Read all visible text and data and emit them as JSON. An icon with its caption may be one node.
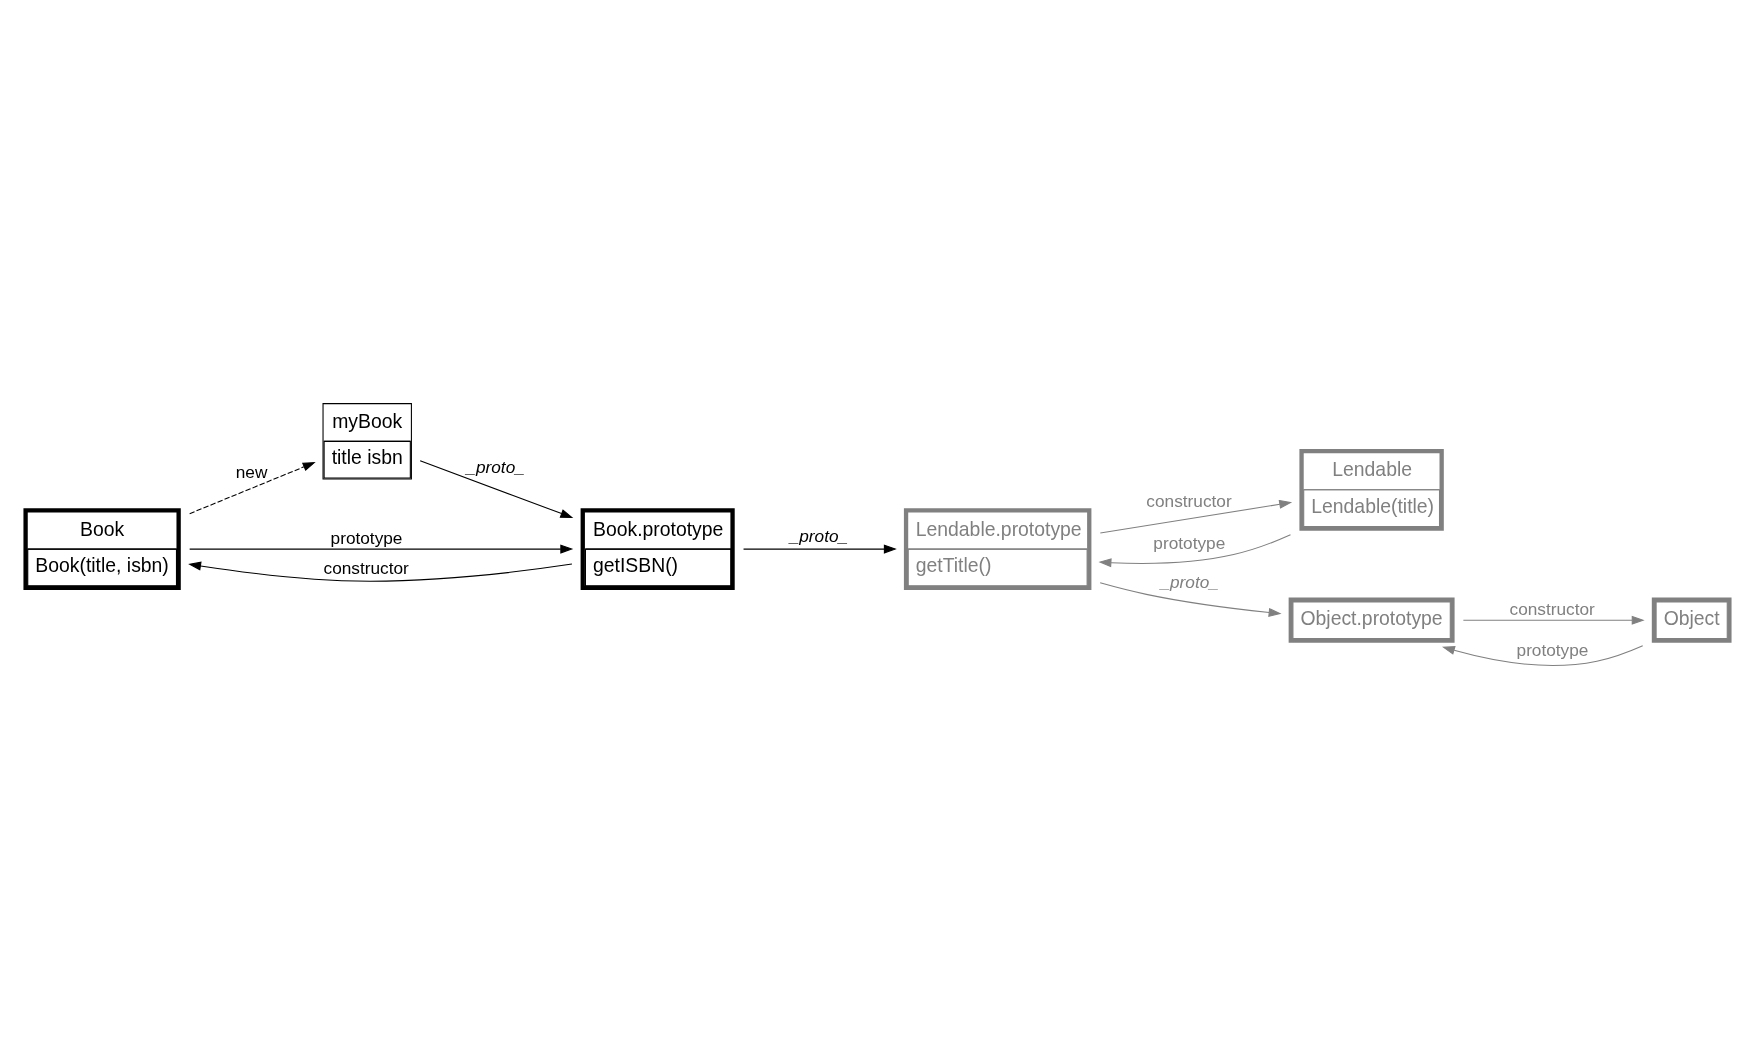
{
  "diagram": {
    "nodes": [
      {
        "text": [
          "Book",
          "Book(title, isbn)"
        ]
      },
      {
        "text": [
          "myBook",
          "title isbn"
        ]
      },
      {
        "text": [
          "Book.prototype",
          "getISBN()"
        ]
      },
      {
        "text": [
          "Lendable",
          "Lendable(title)"
        ]
      },
      {
        "text": [
          "Lendable.prototype",
          "getTitle()"
        ]
      },
      {
        "text": [
          "Object"
        ]
      },
      {
        "text": [
          "Object.prototype"
        ]
      }
    ],
    "edges": [
      {
        "from": 0,
        "to": 1,
        "arrow": "to",
        "label": "new",
        "style": "dashed"
      },
      {
        "from": 0,
        "to": 2,
        "arrow": "to",
        "label": "prototype"
      },
      {
        "from": 2,
        "to": 0,
        "arrow": "to",
        "label": "constructor"
      },
      {
        "from": 1,
        "to": 2,
        "arrow": "to",
        "label": "_proto_"
      },
      {
        "from": 2,
        "to": 4,
        "arrow": "to",
        "label": "_proto_"
      },
      {
        "from": 3,
        "to": 4,
        "arrow": "to",
        "label": "prototype",
        "color": "#808080"
      },
      {
        "from": 4,
        "to": 3,
        "arrow": "to",
        "label": "constructor",
        "color": "#808080"
      },
      {
        "from": 4,
        "to": 6,
        "arrow": "to",
        "label": "_proto_",
        "color": "#808080"
      },
      {
        "from": 5,
        "to": 6,
        "arrow": "to",
        "label": "prototype",
        "color": "#808080"
      },
      {
        "from": 6,
        "to": 5,
        "arrow": "to",
        "label": "constructor",
        "color": "#808080"
      }
    ]
  }
}
